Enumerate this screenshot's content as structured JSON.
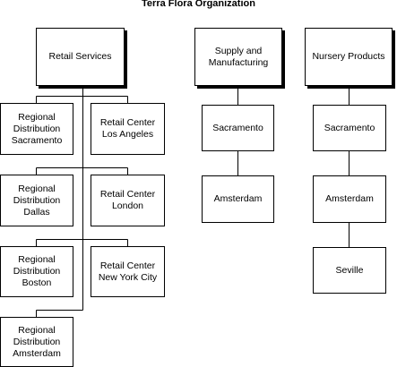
{
  "title": "Terra Flora Organization",
  "divisions": [
    {
      "label": "Retail Services",
      "children": [
        "Regional\nDistribution\nSacramento",
        "Retail Center\nLos Angeles",
        "Regional\nDistribution\nDallas",
        "Retail Center\nLondon",
        "Regional\nDistribution\nBoston",
        "Retail Center\nNew York City",
        "Regional\nDistribution\nAmsterdam"
      ]
    },
    {
      "label": "Supply and\nManufacturing",
      "children": [
        "Sacramento",
        "Amsterdam"
      ]
    },
    {
      "label": "Nursery Products",
      "children": [
        "Sacramento",
        "Amsterdam",
        "Seville"
      ]
    }
  ]
}
